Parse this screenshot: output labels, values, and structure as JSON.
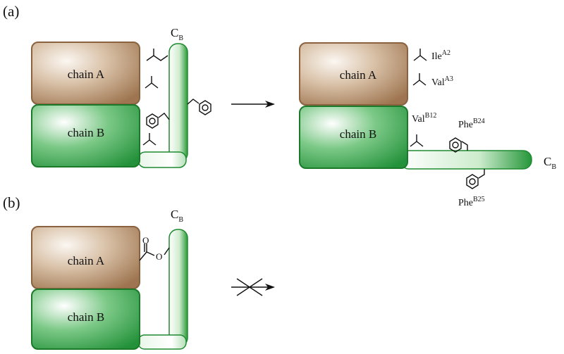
{
  "panels": [
    {
      "label": "(a)",
      "left": {
        "chain_a": "chain A",
        "chain_b": "chain B",
        "c_terminus": {
          "base": "C",
          "sub": "B"
        }
      },
      "right": {
        "chain_a": "chain A",
        "chain_b": "chain B",
        "c_terminus": {
          "base": "C",
          "sub": "B"
        },
        "residues": [
          {
            "base": "Ile",
            "sup": "A2"
          },
          {
            "base": "Val",
            "sup": "A3"
          },
          {
            "base": "Val",
            "sup": "B12"
          },
          {
            "base": "Phe",
            "sup": "B24"
          },
          {
            "base": "Phe",
            "sup": "B25"
          }
        ]
      },
      "arrow": "forward"
    },
    {
      "label": "(b)",
      "left": {
        "chain_a": "chain A",
        "chain_b": "chain B",
        "c_terminus": {
          "base": "C",
          "sub": "B"
        }
      },
      "arrow": "blocked"
    }
  ],
  "colors": {
    "chain_a_fill": "#a9805a",
    "chain_a_highlight": "#fbf7f2",
    "chain_a_stroke": "#8a6240",
    "chain_b_fill": "#2e9a3e",
    "chain_b_highlight": "#ffffff",
    "chain_b_stroke": "#1b7a2a"
  }
}
